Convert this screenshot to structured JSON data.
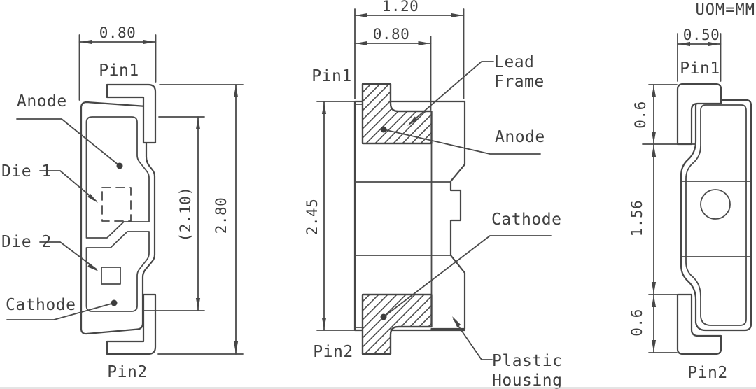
{
  "title_uom": "UOM=MM",
  "colors": {
    "line": "#464646",
    "text": "#3f3f3f",
    "background": "#ffffff"
  },
  "views": {
    "left_side": {
      "pin1": "Pin1",
      "pin2": "Pin2",
      "anode": "Anode",
      "die1": "Die 1",
      "die2": "Die 2",
      "cathode": "Cathode",
      "dim_width": "0.80",
      "dim_inner_height": "(2.10)",
      "dim_height": "2.80"
    },
    "cross_section": {
      "pin1": "Pin1",
      "pin2": "Pin2",
      "lead_frame_line1": "Lead",
      "lead_frame_line2": "Frame",
      "anode": "Anode",
      "cathode": "Cathode",
      "plastic_line1": "Plastic",
      "plastic_line2": "Housing",
      "dim_total_width": "1.20",
      "dim_lead_width": "0.80",
      "dim_height": "2.45"
    },
    "profile": {
      "pin1": "Pin1",
      "pin2": "Pin2",
      "dim_width": "0.50",
      "dim_pin1_len": "0.6",
      "dim_body_len": "1.56",
      "dim_pin2_len": "0.6"
    }
  }
}
